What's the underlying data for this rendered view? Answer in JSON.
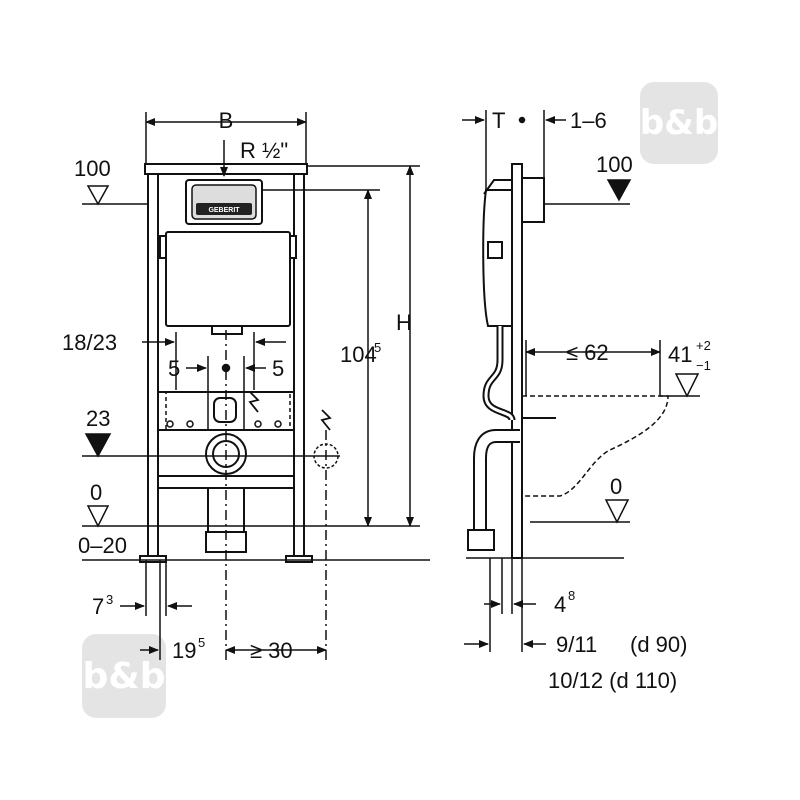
{
  "brand_text": "GEBERIT",
  "watermark_text": "b&b",
  "labels": {
    "width": "B",
    "supply": "R ½\"",
    "height": "H",
    "height_104": "104",
    "height_104_sup": "5",
    "level_100_left": "100",
    "level_100_right": "100",
    "level_23": "23",
    "level_0_left": "0",
    "level_0_right": "0",
    "floor_range": "0–20",
    "spacing_18_23": "18/23",
    "offset_5_left": "5",
    "offset_5_right": "5",
    "offset_7": "7",
    "offset_7_sup": "3",
    "offset_19": "19",
    "offset_19_sup": "5",
    "min_30": "≥ 30",
    "depth_T": "T",
    "range_1_6": "1–6",
    "max_62": "≤ 62",
    "seat_41": "41",
    "seat_41_plus": "+2",
    "seat_41_minus": "−1",
    "offset_4": "4",
    "offset_4_sup": "8",
    "pipe_9_11": "9/11",
    "pipe_d90": "(d 90)",
    "pipe_10_12": "10/12 (d 110)"
  },
  "colors": {
    "line": "#111111",
    "watermark": "#e3e3e3"
  }
}
